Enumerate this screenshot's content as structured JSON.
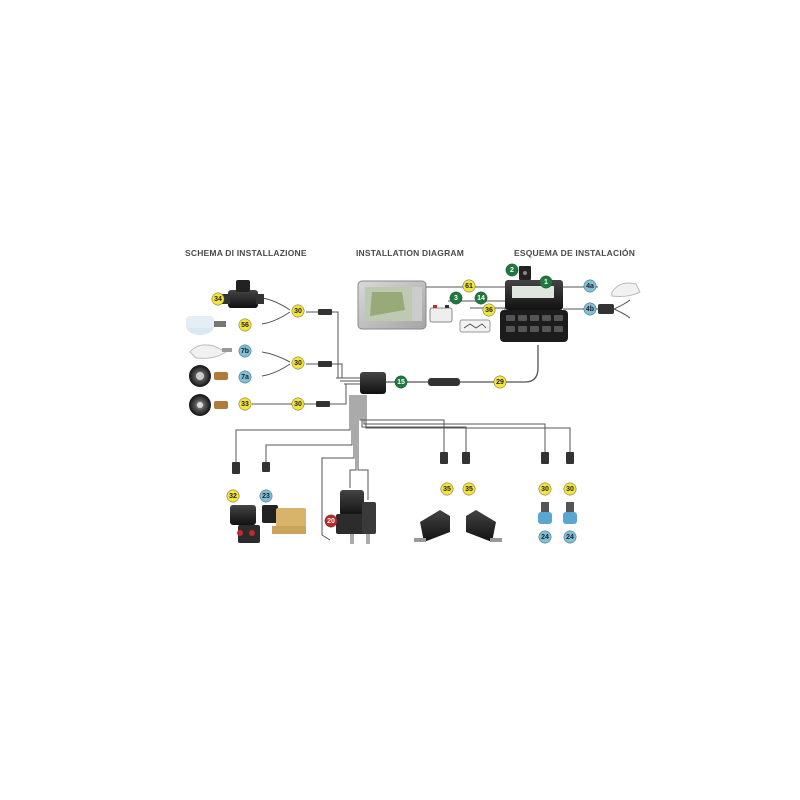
{
  "titles": {
    "it": "SCHEMA DI INSTALLAZIONE",
    "en": "INSTALLATION DIAGRAM",
    "es": "ESQUEMA DE INSTALACIÓN"
  },
  "colors": {
    "yellow": "#f3e43a",
    "green": "#1c7a3d",
    "blue": "#7cc0dc",
    "red": "#c0292b",
    "dark": "#2a2a2a",
    "line": "#555555"
  },
  "badges": [
    {
      "id": "34",
      "color": "yellow"
    },
    {
      "id": "56",
      "color": "yellow"
    },
    {
      "id": "30",
      "color": "yellow"
    },
    {
      "id": "7b",
      "color": "blue"
    },
    {
      "id": "7a",
      "color": "blue"
    },
    {
      "id": "30",
      "color": "yellow"
    },
    {
      "id": "33",
      "color": "yellow"
    },
    {
      "id": "30",
      "color": "yellow"
    },
    {
      "id": "15",
      "color": "green"
    },
    {
      "id": "29",
      "color": "yellow"
    },
    {
      "id": "61",
      "color": "yellow"
    },
    {
      "id": "3",
      "color": "green"
    },
    {
      "id": "14",
      "color": "green"
    },
    {
      "id": "36",
      "color": "yellow"
    },
    {
      "id": "2",
      "color": "green"
    },
    {
      "id": "1",
      "color": "green"
    },
    {
      "id": "4a",
      "color": "blue"
    },
    {
      "id": "4b",
      "color": "blue"
    },
    {
      "id": "32",
      "color": "yellow"
    },
    {
      "id": "23",
      "color": "blue"
    },
    {
      "id": "20",
      "color": "red"
    },
    {
      "id": "35",
      "color": "yellow"
    },
    {
      "id": "35",
      "color": "yellow"
    },
    {
      "id": "30",
      "color": "yellow"
    },
    {
      "id": "30",
      "color": "yellow"
    },
    {
      "id": "24",
      "color": "blue"
    },
    {
      "id": "24",
      "color": "blue"
    }
  ]
}
